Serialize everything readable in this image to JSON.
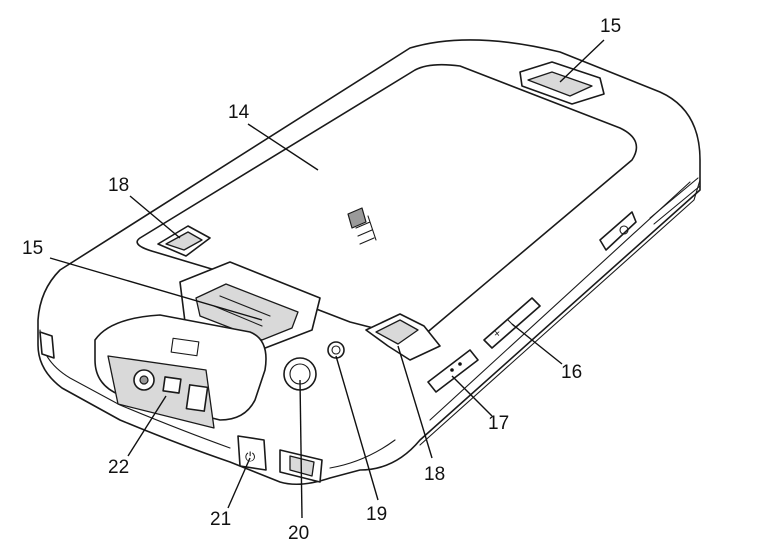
{
  "callouts": [
    {
      "id": "c15_top",
      "label": "15"
    },
    {
      "id": "c14",
      "label": "14"
    },
    {
      "id": "c18_left",
      "label": "18"
    },
    {
      "id": "c15_left",
      "label": "15"
    },
    {
      "id": "c16",
      "label": "16"
    },
    {
      "id": "c17",
      "label": "17"
    },
    {
      "id": "c18_bottom",
      "label": "18"
    },
    {
      "id": "c19",
      "label": "19"
    },
    {
      "id": "c20",
      "label": "20"
    },
    {
      "id": "c21",
      "label": "21"
    },
    {
      "id": "c22",
      "label": "22"
    }
  ]
}
